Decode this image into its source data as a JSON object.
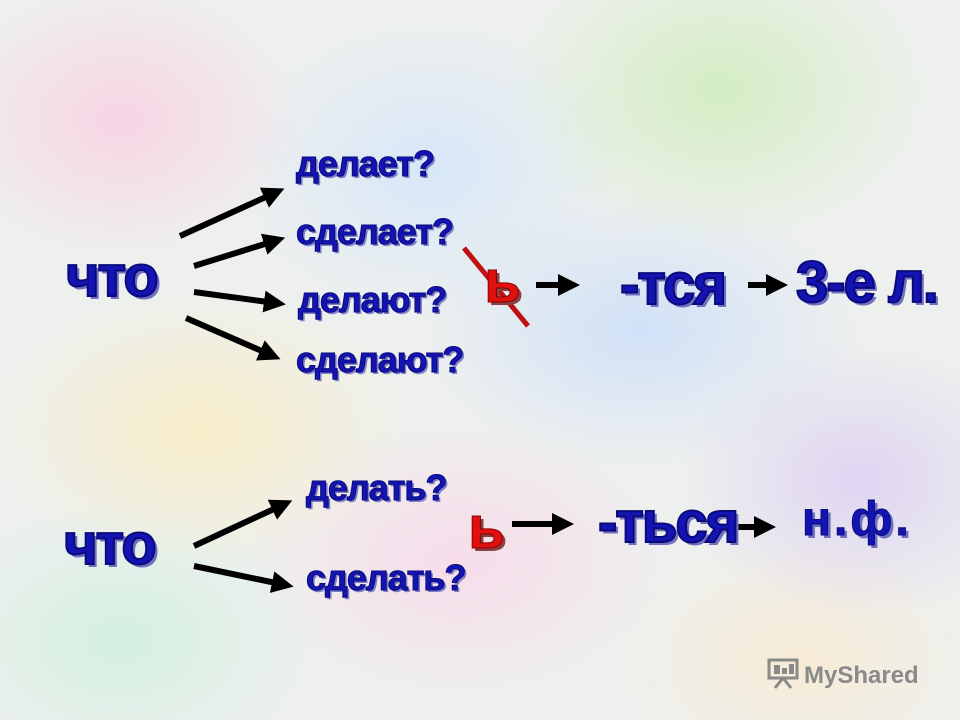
{
  "top": {
    "subject": "что",
    "questions": [
      "делает?",
      "сделает?",
      "делают?",
      "сделают?"
    ],
    "letter": "ь",
    "suffix": "-тся",
    "result": "3-е л."
  },
  "bottom": {
    "subject": "что",
    "questions": [
      "делать?",
      "сделать?"
    ],
    "letter": "ь",
    "suffix": "-ться",
    "result": "н.ф."
  },
  "watermark": {
    "text": "MyShared",
    "icon": "presentation-screen-icon"
  },
  "colors": {
    "main_text": "#1414b4",
    "soft_sign": "#e01010",
    "strike": "#c01010",
    "arrow": "#000000"
  }
}
